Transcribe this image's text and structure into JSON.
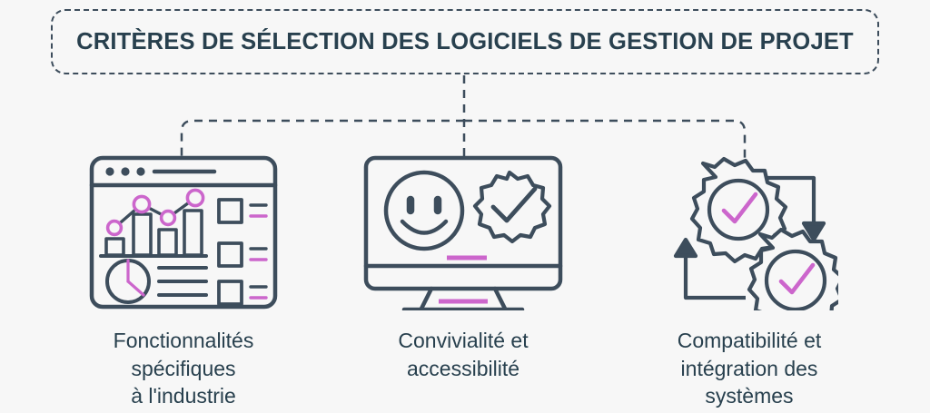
{
  "page": {
    "background_color": "#f7f7f7",
    "ink_color": "#3d4d5c",
    "text_color": "#28404e",
    "accent_color": "#cc66cc",
    "language": "fr"
  },
  "header": {
    "title": "CRITÈRES DE SÉLECTION DES LOGICIELS DE GESTION DE PROJET"
  },
  "branches": [
    {
      "id": "features",
      "icon_name": "dashboard-window-icon",
      "caption_lines": [
        "Fonctionnalités",
        "spécifiques",
        "à l'industrie"
      ],
      "caption_full": "Fonctionnalités spécifiques à l'industrie"
    },
    {
      "id": "usability",
      "icon_name": "monitor-smiley-gear-icon",
      "caption_lines": [
        "Convivialité et",
        "accessibilité"
      ],
      "caption_full": "Convivialité et accessibilité"
    },
    {
      "id": "compatibility",
      "icon_name": "gears-cycle-icon",
      "caption_lines": [
        "Compatibilité et",
        "intégration des",
        "systèmes"
      ],
      "caption_full": "Compatibilité et intégration des systèmes"
    }
  ]
}
